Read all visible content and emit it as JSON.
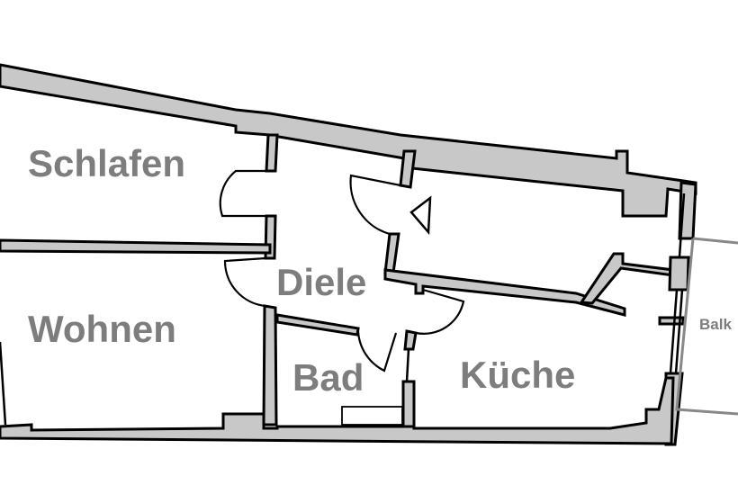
{
  "plan": {
    "type": "floor-plan",
    "rooms": [
      {
        "id": "schlafen",
        "label": "Schlafen"
      },
      {
        "id": "wohnen",
        "label": "Wohnen"
      },
      {
        "id": "diele",
        "label": "Diele"
      },
      {
        "id": "bad",
        "label": "Bad"
      },
      {
        "id": "kueche",
        "label": "Küche"
      },
      {
        "id": "balkon",
        "label": "Balk"
      }
    ],
    "colors": {
      "wall_fill": "#c8c8c8",
      "wall_outline": "#000000",
      "label_text": "#7d7d7d",
      "balcony_line": "#888888"
    }
  }
}
